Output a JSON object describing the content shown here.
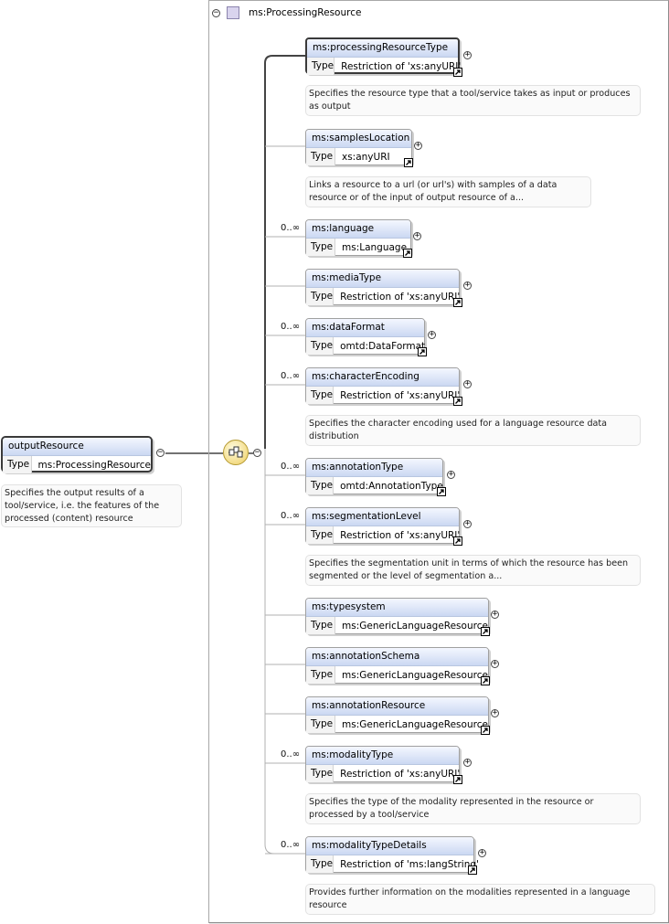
{
  "root": {
    "name": "outputResource",
    "type_label": "Type",
    "type_value": "ms:ProcessingResource",
    "doc": "Specifies the output results of a tool/service, i.e. the features of the processed (content) resource"
  },
  "group": {
    "title": "ms:ProcessingResource"
  },
  "children": [
    {
      "name": "ms:processingResourceType",
      "type_label": "Type",
      "type_value": "Restriction of 'xs:anyURI'",
      "mult": "",
      "doc": "Specifies the resource type that a tool/service takes as input or produces as output"
    },
    {
      "name": "ms:samplesLocation",
      "type_label": "Type",
      "type_value": "xs:anyURI",
      "mult": "",
      "doc": "Links a resource to a url (or url's) with samples of a data resource or of the input of output resource of a..."
    },
    {
      "name": "ms:language",
      "type_label": "Type",
      "type_value": "ms:Language",
      "mult": "0..∞",
      "doc": ""
    },
    {
      "name": "ms:mediaType",
      "type_label": "Type",
      "type_value": "Restriction of 'xs:anyURI'",
      "mult": "",
      "doc": ""
    },
    {
      "name": "ms:dataFormat",
      "type_label": "Type",
      "type_value": "omtd:DataFormat",
      "mult": "0..∞",
      "doc": ""
    },
    {
      "name": "ms:characterEncoding",
      "type_label": "Type",
      "type_value": "Restriction of 'xs:anyURI'",
      "mult": "0..∞",
      "doc": "Specifies the character encoding used for a language resource data distribution"
    },
    {
      "name": "ms:annotationType",
      "type_label": "Type",
      "type_value": "omtd:AnnotationType",
      "mult": "0..∞",
      "doc": ""
    },
    {
      "name": "ms:segmentationLevel",
      "type_label": "Type",
      "type_value": "Restriction of 'xs:anyURI'",
      "mult": "0..∞",
      "doc": "Specifies the segmentation unit in terms of which the resource has been segmented or the level of segmentation a..."
    },
    {
      "name": "ms:typesystem",
      "type_label": "Type",
      "type_value": "ms:GenericLanguageResource",
      "mult": "",
      "doc": ""
    },
    {
      "name": "ms:annotationSchema",
      "type_label": "Type",
      "type_value": "ms:GenericLanguageResource",
      "mult": "",
      "doc": ""
    },
    {
      "name": "ms:annotationResource",
      "type_label": "Type",
      "type_value": "ms:GenericLanguageResource",
      "mult": "",
      "doc": ""
    },
    {
      "name": "ms:modalityType",
      "type_label": "Type",
      "type_value": "Restriction of 'xs:anyURI'",
      "mult": "0..∞",
      "doc": "Specifies the type of the modality represented in the resource or processed by a tool/service"
    },
    {
      "name": "ms:modalityTypeDetails",
      "type_label": "Type",
      "type_value": "Restriction of 'ms:langString'",
      "mult": "0..∞",
      "doc": "Provides further information on the modalities represented in a language resource"
    }
  ],
  "colors": {
    "name_header": "#cbd8f2",
    "connector": "#b0b0b0",
    "sequence": "#f3dc87",
    "type_swatch": "#d9d4ee"
  },
  "icons": {
    "expand": "plus-circle-icon",
    "collapse": "minus-circle-icon",
    "type_link": "arrow-link-icon",
    "compositor": "sequence-compositor-icon"
  }
}
